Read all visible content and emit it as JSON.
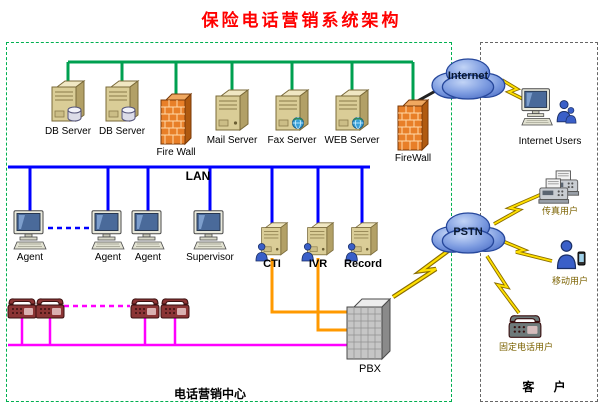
{
  "title": "保险电话营销系统架构",
  "center_box": {
    "label": "电话营销中心"
  },
  "customer_box": {
    "label": "客 户"
  },
  "lan_label": "LAN",
  "servers": {
    "db1": "DB Server",
    "db2": "DB Server",
    "firewall1": "Fire Wall",
    "mail": "Mail Server",
    "fax": "Fax Server",
    "web": "WEB Server",
    "firewall2": "FireWall"
  },
  "workstations": {
    "agent1": "Agent",
    "agent2": "Agent",
    "agent3": "Agent",
    "supervisor": "Supervisor"
  },
  "telephony": {
    "cti": "CTI",
    "ivr": "IVR",
    "record": "Record",
    "pbx": "PBX"
  },
  "clouds": {
    "internet": "Internet",
    "pstn": "PSTN"
  },
  "customers": {
    "internet_users": "Internet Users",
    "fax_users": "传真用户",
    "mobile_users": "移动用户",
    "fixed_line_users": "固定电话用户"
  },
  "colors": {
    "title": "#FF0000",
    "backbone": "#00A050",
    "lan": "#0000FF",
    "phone_line": "#FF00FF",
    "pbx_link": "#FF9900",
    "lightning": "#FFE000",
    "center_box_border": "#00B050",
    "customer_box_border": "#666666"
  }
}
